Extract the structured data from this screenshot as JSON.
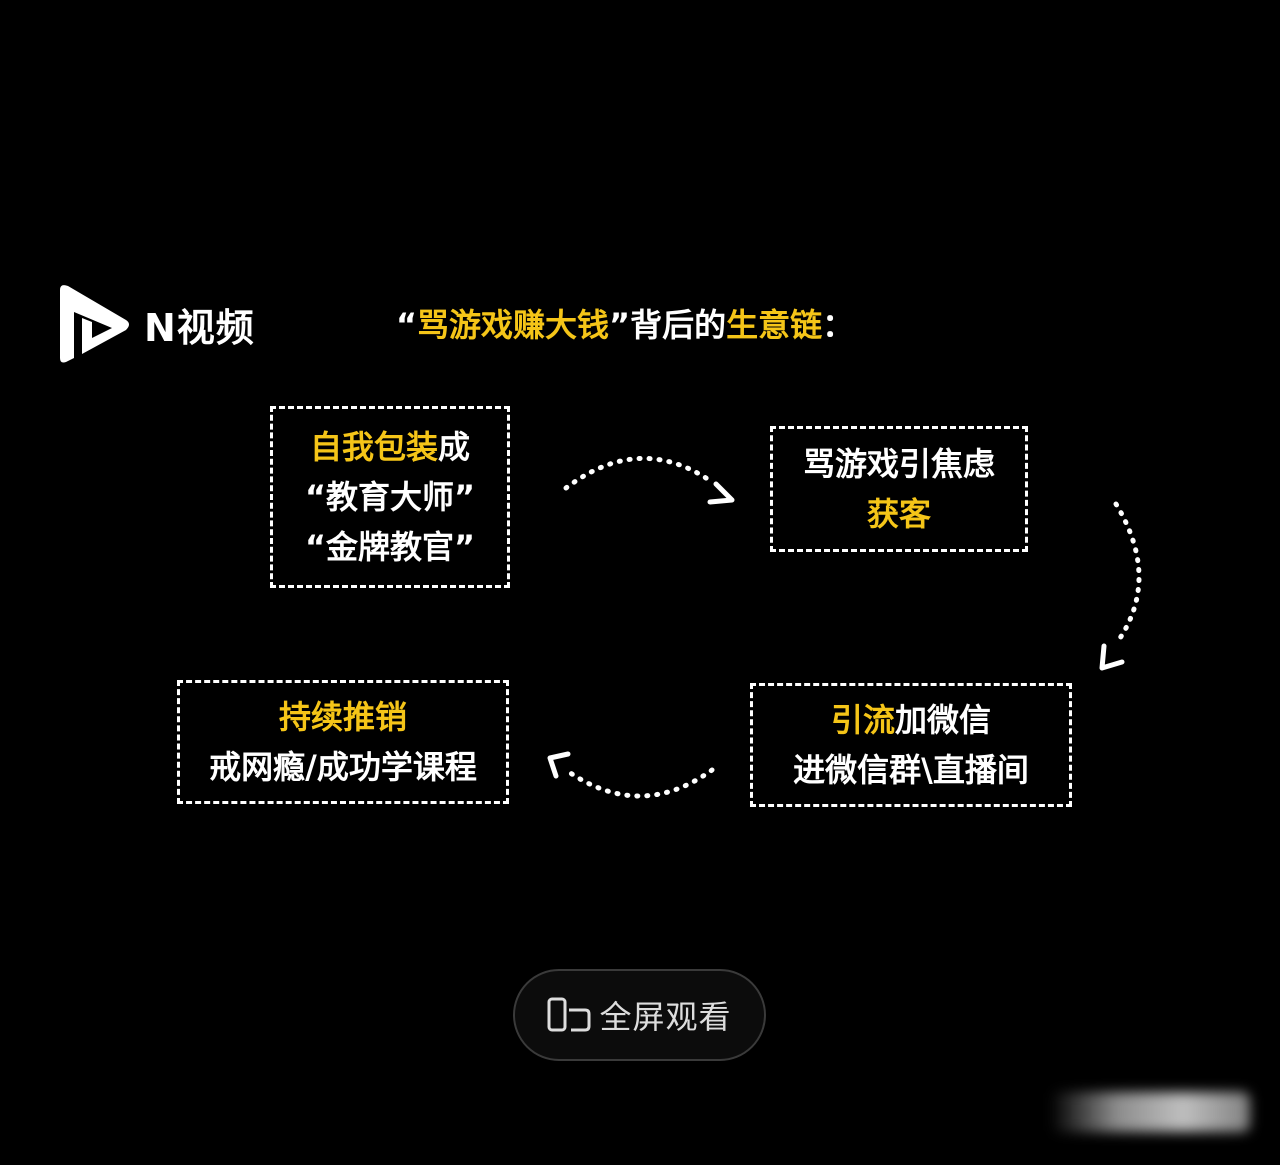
{
  "logo": {
    "text": "N视频"
  },
  "title": {
    "open_quote": "“",
    "highlight": "骂游戏赚大钱",
    "close_quote": "”",
    "middle": "背后的",
    "highlight2": "生意链",
    "suffix": "："
  },
  "steps": [
    {
      "lines": [
        [
          {
            "t": "自我包装",
            "c": "yellow"
          },
          {
            "t": "成",
            "c": "white"
          }
        ],
        [
          {
            "t": "“教育大师”",
            "c": "white"
          }
        ],
        [
          {
            "t": "“金牌教官”",
            "c": "white"
          }
        ]
      ]
    },
    {
      "lines": [
        [
          {
            "t": "骂游戏引焦虑",
            "c": "white"
          }
        ],
        [
          {
            "t": "获客",
            "c": "yellow"
          }
        ]
      ]
    },
    {
      "lines": [
        [
          {
            "t": "引流",
            "c": "yellow"
          },
          {
            "t": "加微信",
            "c": "white"
          }
        ],
        [
          {
            "t": "进微信群\\直播间",
            "c": "white"
          }
        ]
      ]
    },
    {
      "lines": [
        [
          {
            "t": "持续推销",
            "c": "yellow"
          }
        ],
        [
          {
            "t": "戒网瘾/成功学课程",
            "c": "white"
          }
        ]
      ]
    }
  ],
  "fullscreen_button": {
    "label": "全屏观看",
    "icon": "phone-rotate-icon"
  },
  "colors": {
    "accent": "#f5c518",
    "background": "#000000",
    "text": "#ffffff"
  }
}
